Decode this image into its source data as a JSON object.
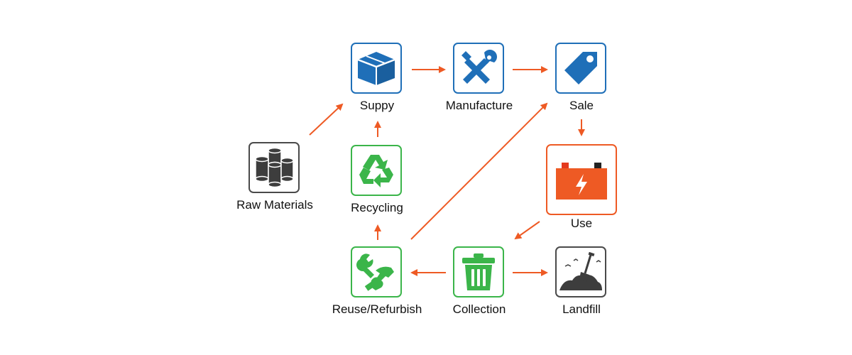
{
  "colors": {
    "arrow": "#ee5a24",
    "blue": "#1f6fb8",
    "green": "#3bb54a",
    "gray": "#4a4a4a",
    "orange": "#ee5a24"
  },
  "nodes": {
    "raw_materials": {
      "label": "Raw Materials",
      "icon": "barrels-icon"
    },
    "supply": {
      "label": "Suppy",
      "icon": "box-icon"
    },
    "manufacture": {
      "label": "Manufacture",
      "icon": "tools-icon"
    },
    "sale": {
      "label": "Sale",
      "icon": "price-tag-icon"
    },
    "use": {
      "label": "Use",
      "icon": "battery-icon"
    },
    "recycling": {
      "label": "Recycling",
      "icon": "recycle-icon"
    },
    "reuse_refurbish": {
      "label": "Reuse/Refurbish",
      "icon": "wrench-hand-icon"
    },
    "collection": {
      "label": "Collection",
      "icon": "trash-bin-icon"
    },
    "landfill": {
      "label": "Landfill",
      "icon": "landfill-shovel-icon"
    }
  }
}
